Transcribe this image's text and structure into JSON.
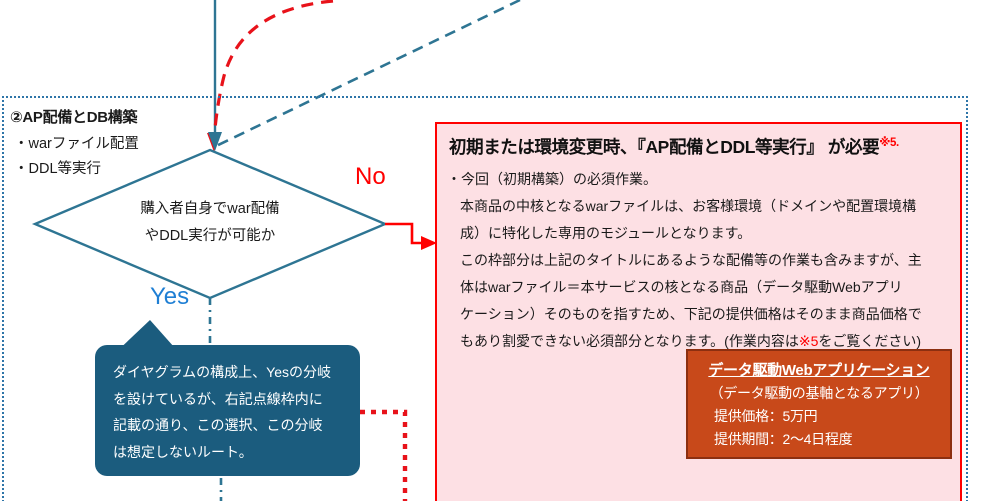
{
  "section": {
    "title": "②AP配備とDB構築",
    "items": [
      "・warファイル配置",
      "・DDL等実行"
    ],
    "items_text": "・warファイル配置\n・DDL等実行",
    "border_color": "#2E75A8"
  },
  "decision": {
    "text": "購入者自身でwar配備\nやDDL実行が可能か",
    "line1": "購入者自身でwar配備",
    "line2": "やDDL実行が可能か",
    "yes_label": "Yes",
    "no_label": "No",
    "yes_color": "#1F7FD4",
    "no_color": "#FF0000",
    "shape_color": "#2E7593"
  },
  "callout": {
    "text": "ダイヤグラムの構成上、Yesの分岐\nを設けているが、右記点線枠内に\n記載の通り、この選択、この分岐\nは想定しないルート。",
    "background": "#1B5C7E",
    "text_color": "#FFFFFF"
  },
  "panel": {
    "title": "初期または環境変更時、『AP配備とDDL等実行』 が必要",
    "title_note": "※5.",
    "bullet": "・今回（初期構築）の必須作業。",
    "paragraph_line1": "本商品の中核となるwarファイルは、お客様環境（ドメインや配置環境構",
    "paragraph_line2": "成）に特化した専用のモジュールとなります。",
    "paragraph_line3": "この枠部分は上記のタイトルにあるような配備等の作業も含みますが、主",
    "paragraph_line4": "体はwarファイル＝本サービスの核となる商品（データ駆動Webアプリ",
    "paragraph_line5": "ケーション）そのものを指すため、下記の提供価格はそのまま商品価格で",
    "paragraph_line6_a": "もあり割愛できない必須部分となります。(作業内容は",
    "paragraph_line6_note": "※5",
    "paragraph_line6_b": "をご覧ください)",
    "background": "#FDE0E4",
    "border_color": "#FF0000"
  },
  "price_box": {
    "title": "データ駆動Webアプリケーション",
    "subtitle": "（データ駆動の基軸となるアプリ）",
    "price_line": "提供価格：5万円",
    "period_line": "提供期間：2～4日程度",
    "background": "#C8491A",
    "border_color": "#8C2F10",
    "text_color": "#FFFFFF"
  },
  "connectors": {
    "solid_down_color": "#2E7593",
    "red_dashed_color": "#E8121A",
    "teal_dashed_color": "#2E7593",
    "red_arrow_color": "#FF0000",
    "red_dotted_color": "#E8121A",
    "dashdot_color": "#2E7593"
  }
}
